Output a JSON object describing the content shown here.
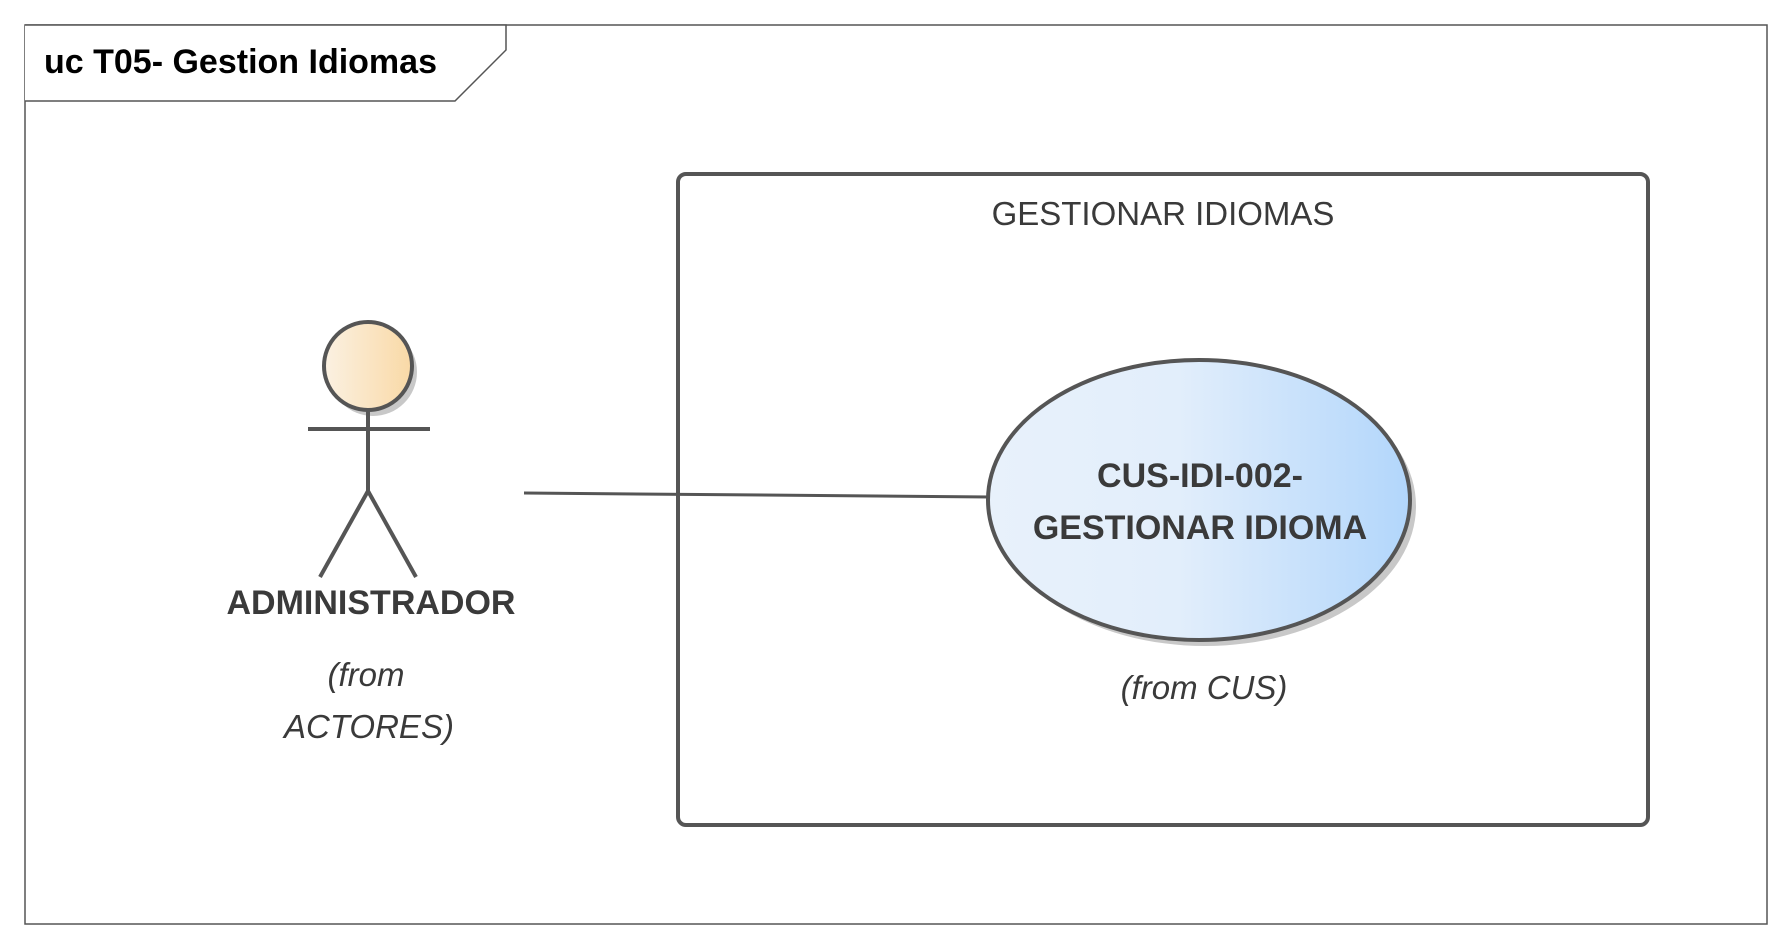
{
  "diagram": {
    "frame_title": "uc T05- Gestion Idiomas",
    "boundary": {
      "title": "GESTIONAR IDIOMAS"
    },
    "actor": {
      "name": "ADMINISTRADOR",
      "from_line1": "(from",
      "from_line2": "ACTORES)"
    },
    "use_case": {
      "name_line1": "CUS-IDI-002-",
      "name_line2": "GESTIONAR IDIOMA",
      "from": "(from CUS)"
    }
  },
  "colors": {
    "stroke": "#555555",
    "actor_fill_start": "#fbf1e2",
    "actor_fill_end": "#f9d9a6",
    "usecase_fill_start": "#e8f1fb",
    "usecase_fill_end": "#b2d6fb",
    "shadow": "#c8c8c8"
  }
}
